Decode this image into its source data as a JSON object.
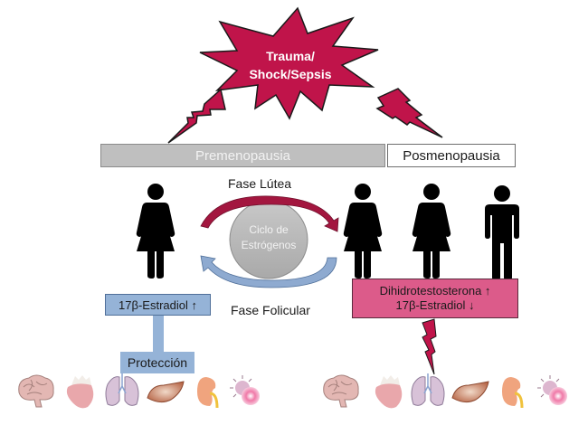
{
  "trigger": {
    "label_line1": "Trauma/",
    "label_line2": "Shock/Sepsis",
    "color": "#c0144a"
  },
  "timeline": {
    "premenopause_label": "Premenopausia",
    "postmenopause_label": "Posmenopausia"
  },
  "cycle": {
    "center_label_line1": "Ciclo de",
    "center_label_line2": "Estrógenos",
    "luteal_phase_label": "Fase Lútea",
    "follicular_phase_label": "Fase Folicular",
    "luteal_arrow_color": "#a3163f",
    "follicular_arrow_color": "#7f9cc2"
  },
  "premenopause_effect": {
    "hormone_label": "17β-Estradiol ↑",
    "outcome_label": "Protección",
    "box_color": "#95b3d7"
  },
  "postmenopause_effect": {
    "hormone_line1": "Dihidrotestosterona ↑",
    "hormone_line2": "17β-Estradiol ↓",
    "box_color": "#dc5b8a"
  },
  "figures": {
    "premenopause": [
      "woman-icon"
    ],
    "postmenopause": [
      "woman-icon",
      "woman-icon",
      "man-icon"
    ]
  },
  "organs": [
    "brain-icon",
    "heart-icon",
    "lungs-icon",
    "liver-icon",
    "kidney-icon",
    "immune-cell-icon"
  ]
}
